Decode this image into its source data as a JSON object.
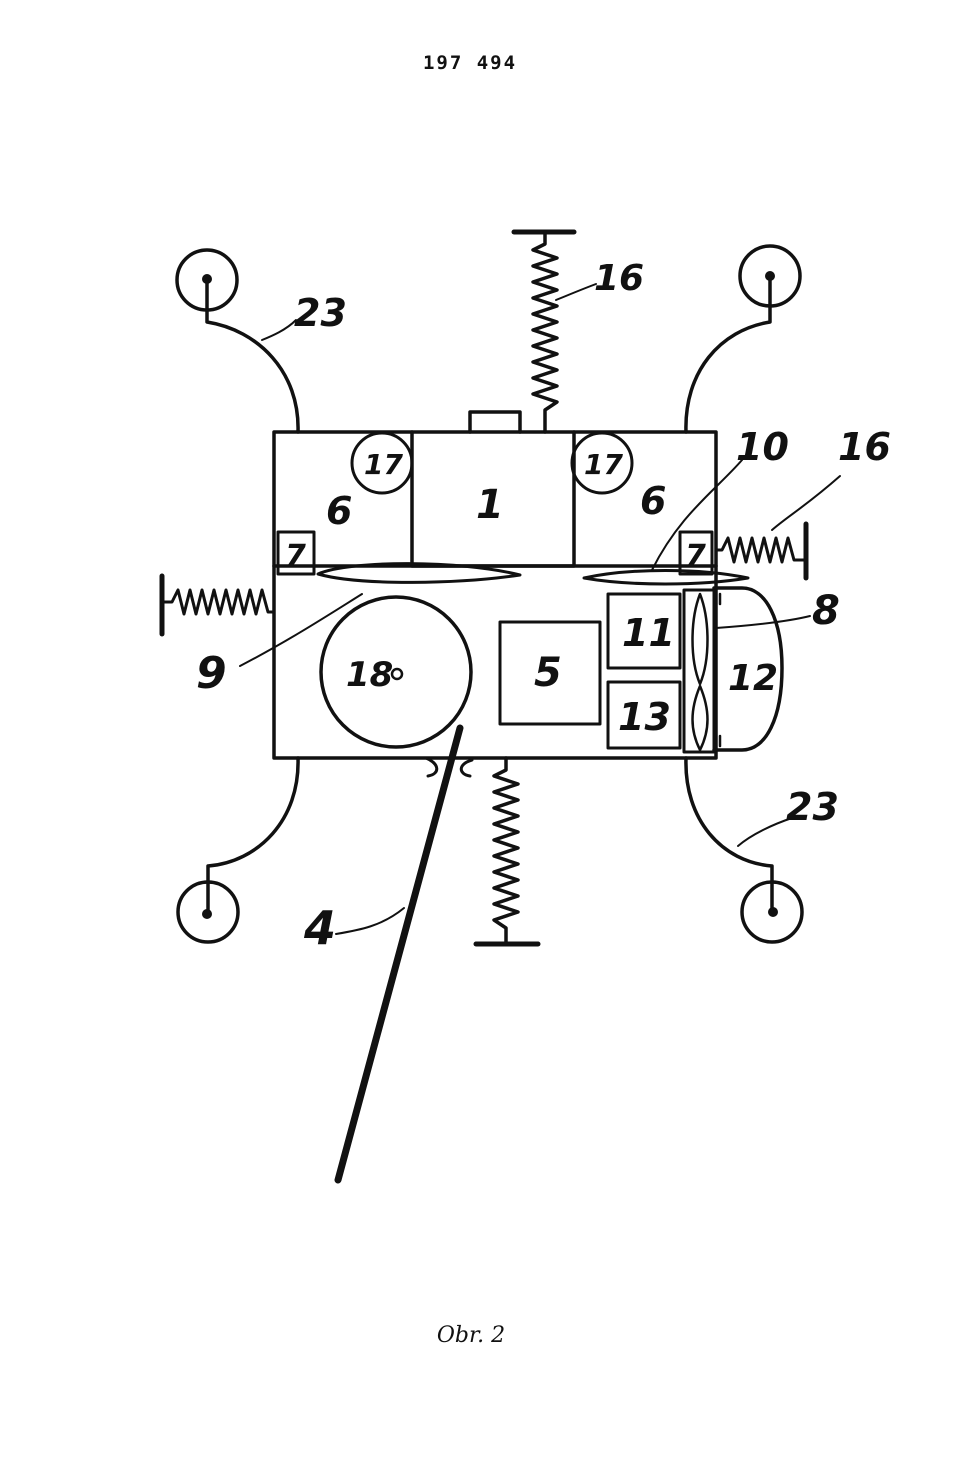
{
  "document": {
    "patent_number": "197 494",
    "caption": "Obr. 2"
  },
  "labels": {
    "l23a": "23",
    "l23b": "23",
    "l16a": "16",
    "l16b": "16",
    "l10": "10",
    "l17a": "17",
    "l17b": "17",
    "l6a": "6",
    "l6b": "6",
    "l1": "1",
    "l7a": "7",
    "l7b": "7",
    "l8": "8",
    "l9": "9",
    "l18": "18",
    "l5": "5",
    "l11": "11",
    "l12": "12",
    "l13": "13",
    "l4": "4"
  },
  "colors": {
    "ink": "#111111",
    "paper": "#ffffff"
  }
}
